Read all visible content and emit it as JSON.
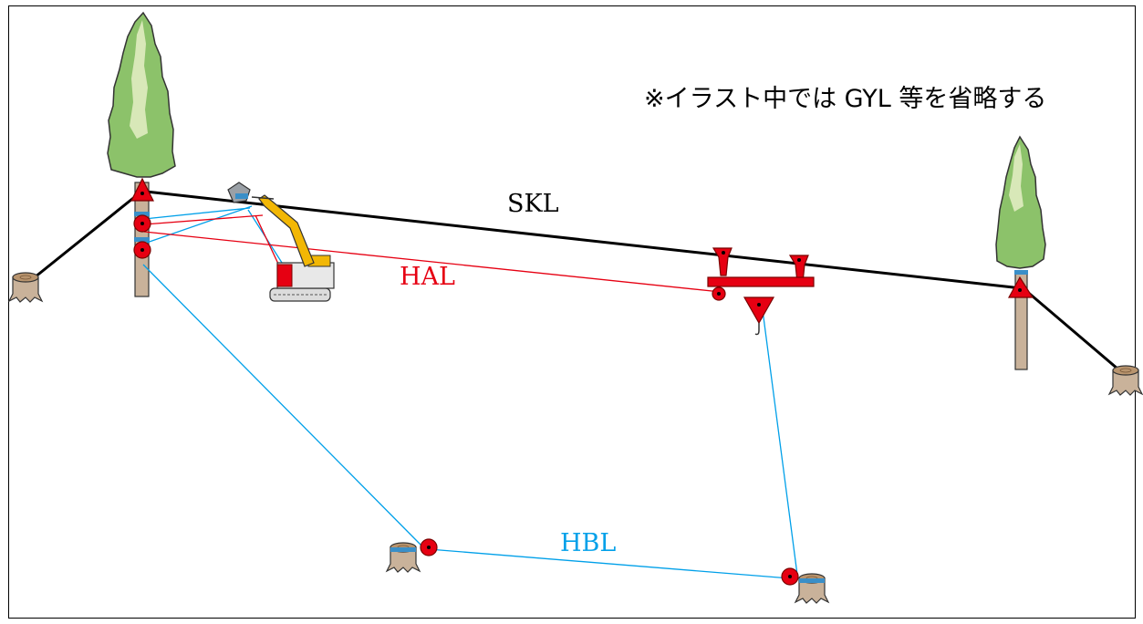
{
  "note": "※イラスト中では GYL 等を省略する",
  "labels": {
    "skl": "SKL",
    "hal": "HAL",
    "hbl": "HBL"
  },
  "colors": {
    "skl": "#000000",
    "hal": "#e60012",
    "hbl": "#00a0e9",
    "tree_foliage": "#8cc26a",
    "tree_highlight": "#d8e8b8",
    "trunk": "#c9b29a",
    "block": "#e60012",
    "band": "#3a8fc8",
    "excavator": "#f2b705"
  }
}
